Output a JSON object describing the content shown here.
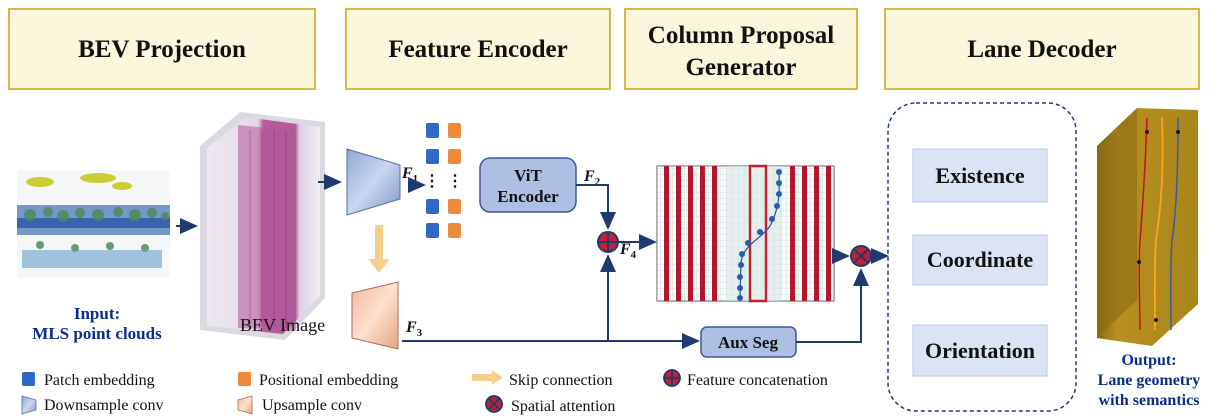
{
  "stages": {
    "bev_projection": "BEV Projection",
    "feature_encoder": "Feature Encoder",
    "column_proposal_line1": "Column Proposal",
    "column_proposal_line2": "Generator",
    "lane_decoder": "Lane Decoder"
  },
  "input": {
    "line1": "Input:",
    "line2": "MLS point clouds"
  },
  "bev_image_label": "BEV Image",
  "features": {
    "f1": "F",
    "f1_sub": "1",
    "f2": "F",
    "f2_sub": "2",
    "f3": "F",
    "f3_sub": "3",
    "f4": "F",
    "f4_sub": "4"
  },
  "vit": {
    "line1": "ViT",
    "line2": "Encoder"
  },
  "aux_seg": "Aux Seg",
  "decoder_heads": [
    "Existence",
    "Coordinate",
    "Orientation"
  ],
  "output": {
    "line1": "Output:",
    "line2": "Lane geometry",
    "line3": "with semantics"
  },
  "legend": {
    "patch": "Patch embedding",
    "positional": "Positional embedding",
    "skip": "Skip connection",
    "concat": "Feature concatenation",
    "downsample": "Downsample conv",
    "upsample": "Upsample conv",
    "spatial": "Spatial attention"
  },
  "colors": {
    "stage_fill": "#fbf6dc",
    "stage_border": "#d9b64a",
    "patch": "#2f68c6",
    "positional": "#ef8a3a",
    "vit_fill": "#aebfe4",
    "head_fill": "#dbe4f4",
    "lane_red": "#b5162b",
    "output_road": "#b8901f"
  }
}
